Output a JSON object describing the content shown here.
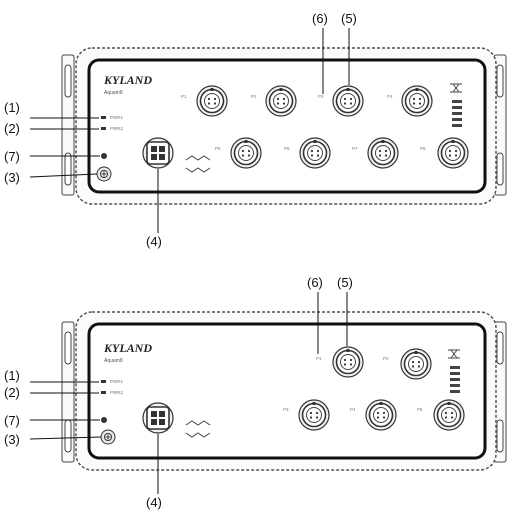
{
  "callouts": [
    "(1)",
    "(2)",
    "(3)",
    "(4)",
    "(5)",
    "(6)",
    "(7)"
  ],
  "brand": "KYLAND",
  "model": "Aquam8",
  "port_codes": [
    "P1",
    "P2",
    "P3",
    "P4",
    "P5",
    "P6",
    "P7",
    "P8"
  ],
  "led_labels": [
    "PWR1",
    "PWR2"
  ]
}
